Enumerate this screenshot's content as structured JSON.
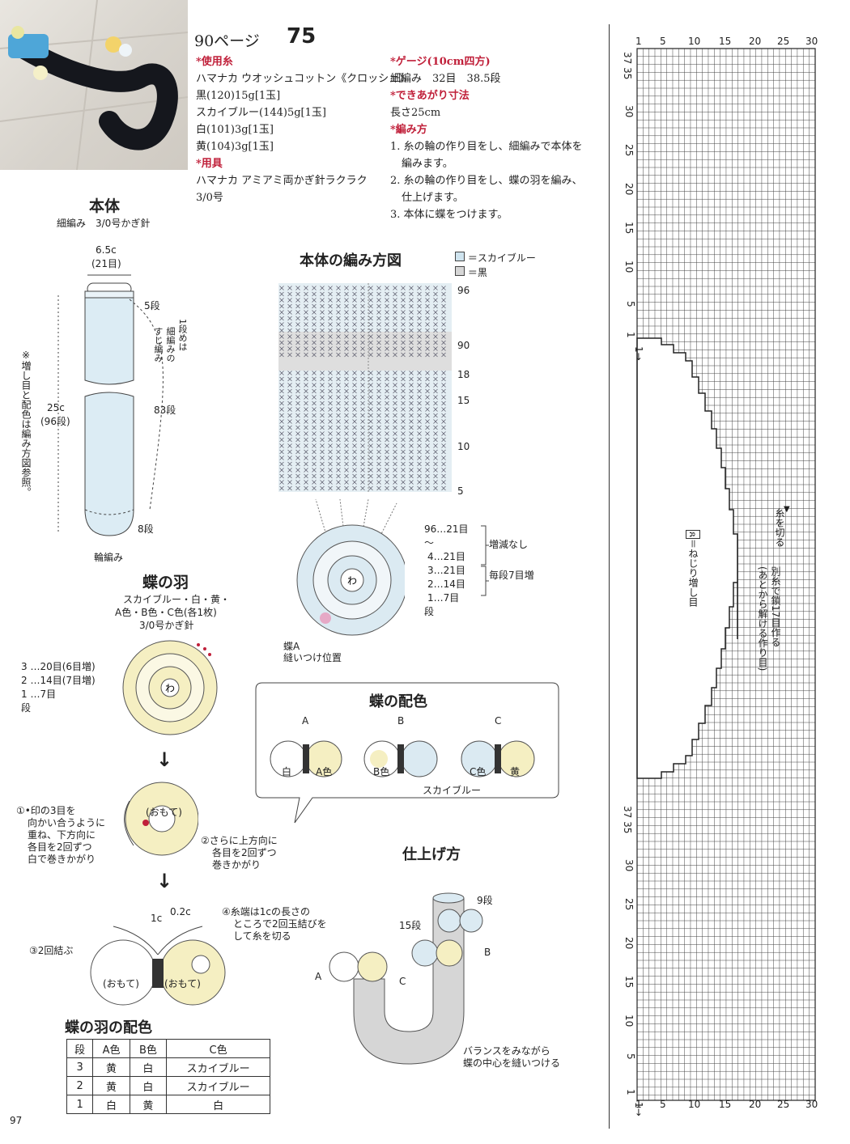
{
  "header": {
    "page_ref": "90ページ",
    "pattern_no": "75"
  },
  "materials": {
    "yarn_heading": "*使用糸",
    "yarn_brand": "ハマナカ ウオッシュコットン《クロッシェ》",
    "yarn_lines": [
      "黒(120)15g[1玉]",
      "スカイブルー(144)5g[1玉]",
      "白(101)3g[1玉]",
      "黄(104)3g[1玉]"
    ],
    "tools_heading": "*用具",
    "tools_line1": "ハマナカ アミアミ両かぎ針ラクラク",
    "tools_line2": "3/0号",
    "gauge_heading": "*ゲージ(10cm四方)",
    "gauge_value": "細編み　32目　38.5段",
    "size_heading": "*できあがり寸法",
    "size_value": "長さ25cm",
    "method_heading": "*編み方",
    "steps": [
      "1. 糸の輪の作り目をし、細編みで本体を",
      "編みます。",
      "2. 糸の輪の作り目をし、蝶の羽を編み、",
      "仕上げます。",
      "3. 本体に蝶をつけます。"
    ]
  },
  "body": {
    "title": "本体",
    "subtitle": "細編み　3/0号かぎ針",
    "width": "6.5c",
    "width_st": "(21目)",
    "row5": "5段",
    "note_top": [
      "1",
      "段",
      "め",
      "は",
      "細",
      "編",
      "み",
      "の",
      "す",
      "じ",
      "編",
      "み"
    ],
    "rows83": "83段",
    "row8": "8段",
    "ring": "輪編み",
    "len": "25c",
    "len_rows": "(96段)",
    "side_note": "※増し目と配色は編み方図参照。"
  },
  "chart": {
    "title": "本体の編み方図",
    "legend_sky": "＝スカイブルー",
    "legend_black": "＝黒",
    "row_labels": [
      "96",
      "90",
      "18",
      "15",
      "10",
      "5"
    ],
    "ring_table": [
      {
        "r": "96",
        "v": "…21目"
      },
      {
        "r": "～",
        "v": ""
      },
      {
        "r": "4",
        "v": "…21目"
      },
      {
        "r": "3",
        "v": "…21目"
      },
      {
        "r": "2",
        "v": "…14目"
      },
      {
        "r": "1",
        "v": "…7目"
      },
      {
        "r": "段",
        "v": ""
      }
    ],
    "brace1": "増減なし",
    "brace2": "毎段7目増",
    "attach_a": "蝶A",
    "attach_b": "縫いつけ位置",
    "center": "わ"
  },
  "wing": {
    "title": "蝶の羽",
    "sub1": "スカイブルー・白・黄・",
    "sub2": "A色・B色・C色(各1枚)",
    "sub3": "3/0号かぎ針",
    "rows": [
      "3 …20目(6目増)",
      "2 …14目(7目増)",
      "1 …7目",
      "段"
    ],
    "step1": [
      "①•印の3目を",
      "向かい合うように",
      "重ね、下方向に",
      "各目を2回ずつ",
      "白で巻きかがり"
    ],
    "step2": [
      "②さらに上方向に",
      "各目を2回ずつ",
      "巻きかがり"
    ],
    "step3": "③2回結ぶ",
    "step4": [
      "④糸端は1cの長さの",
      "ところで2回玉結びを",
      "して糸を切る"
    ],
    "d1": "1c",
    "d2": "0.2c",
    "omote": "(おもて)"
  },
  "butterfly": {
    "title": "蝶の配色",
    "a": "A",
    "b": "B",
    "c": "C",
    "a_l": "白",
    "a_r": "A色",
    "b_l": "B色",
    "c_l": "C色",
    "c_r": "黄",
    "sky": "スカイブルー"
  },
  "finish": {
    "title": "仕上げ方",
    "r9": "9段",
    "r15": "15段",
    "a": "A",
    "b": "B",
    "c": "C",
    "note1": "バランスをみながら",
    "note2": "蝶の中心を縫いつける"
  },
  "wing_table": {
    "title": "蝶の羽の配色",
    "headers": [
      "段",
      "A色",
      "B色",
      "C色"
    ],
    "rows": [
      [
        "3",
        "黄",
        "白",
        "スカイブルー"
      ],
      [
        "2",
        "黄",
        "白",
        "スカイブルー"
      ],
      [
        "1",
        "白",
        "黄",
        "白"
      ]
    ]
  },
  "right_chart": {
    "top_ticks": [
      "1",
      "5",
      "10",
      "15",
      "20",
      "25",
      "30"
    ],
    "left_ticks_top": [
      "37 35",
      "30",
      "25",
      "20",
      "15",
      "10",
      "5",
      "1"
    ],
    "left_ticks_bottom": [
      "37 35",
      "30",
      "25",
      "20",
      "15",
      "10",
      "5",
      "1"
    ],
    "cut": "糸を切る",
    "chain_note1": "別糸で鎖17目作る",
    "chain_note2": "(あとから解ける作り目)",
    "legend": "＝ねじり増し目",
    "legend_sym": "ጸ",
    "arrow": "1→"
  },
  "footer": {
    "page": "97"
  }
}
